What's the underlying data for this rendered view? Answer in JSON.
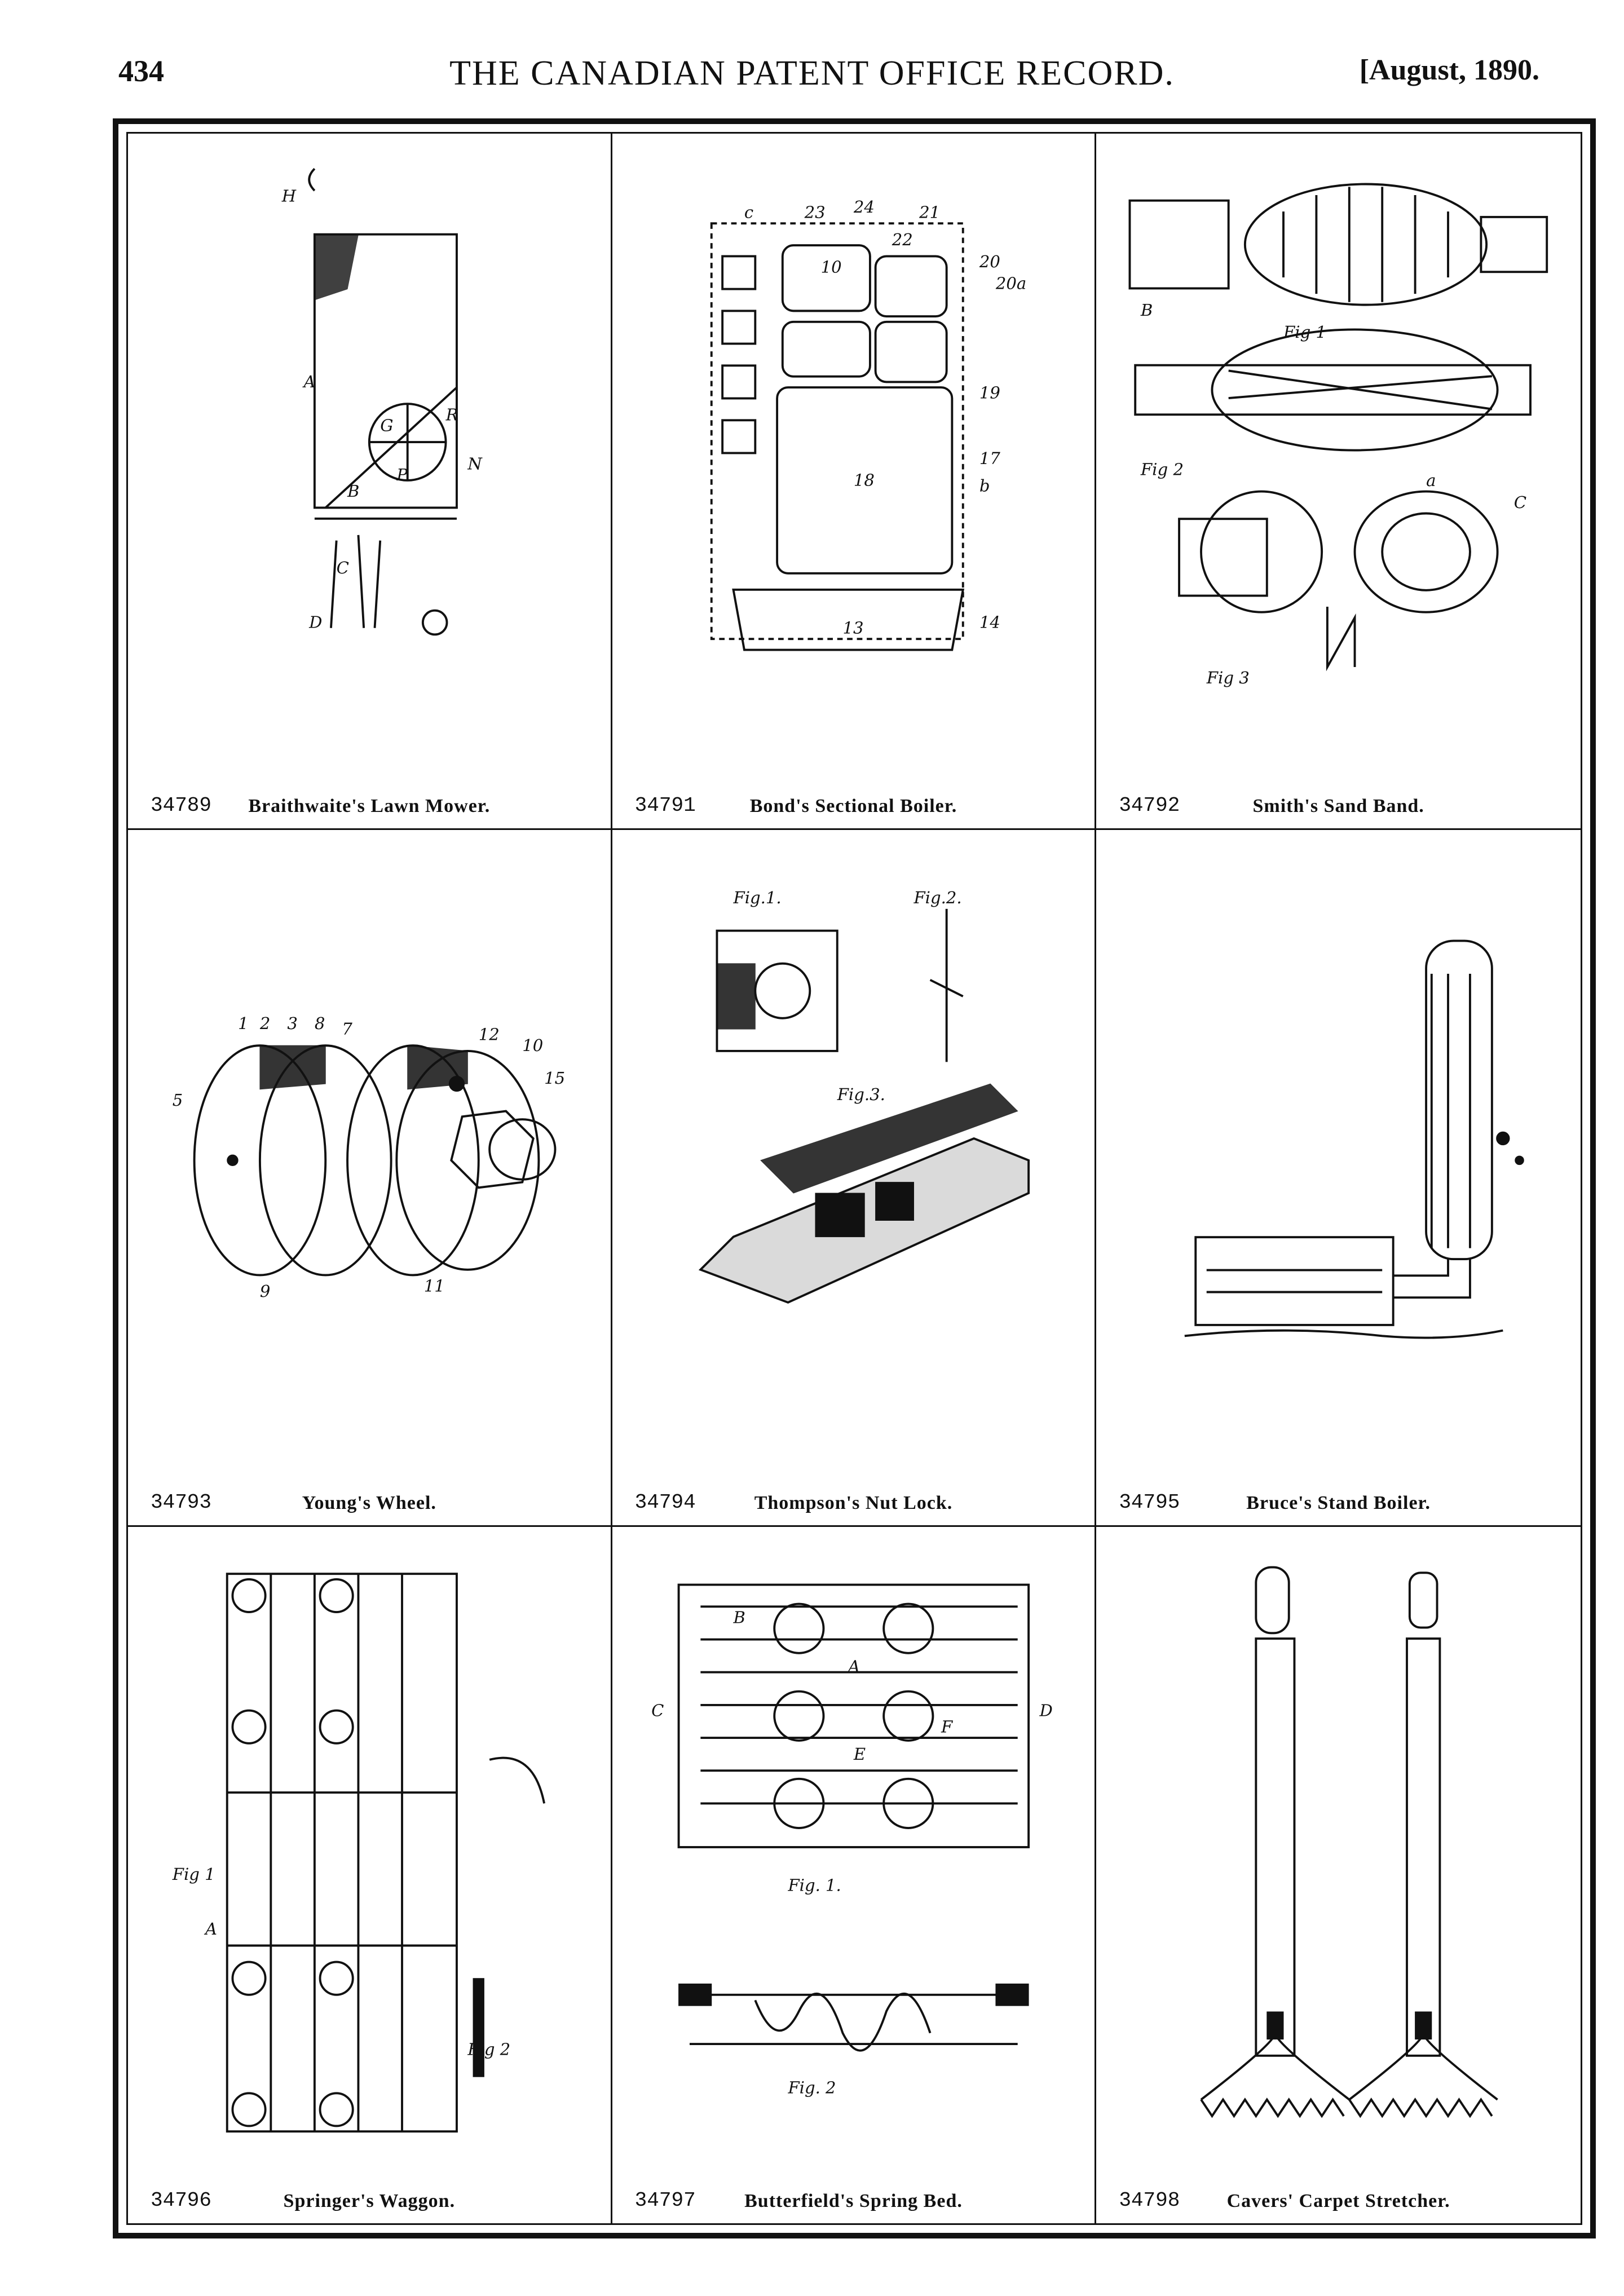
{
  "header": {
    "page_number": "434",
    "title": "THE CANADIAN PATENT OFFICE RECORD.",
    "date": "[August, 1890."
  },
  "figures": [
    {
      "number": "34789",
      "name": "Braithwaite's Lawn Mower.",
      "labels": [
        "A",
        "B",
        "C",
        "D",
        "G",
        "H",
        "N",
        "P",
        "R"
      ]
    },
    {
      "number": "34791",
      "name": "Bond's Sectional Boiler.",
      "labels": [
        "c",
        "10",
        "13",
        "14",
        "17",
        "18",
        "19",
        "20",
        "20a",
        "21",
        "22",
        "23",
        "24",
        "b"
      ]
    },
    {
      "number": "34792",
      "name": "Smith's Sand Band.",
      "labels": [
        "Fig 1",
        "Fig 2",
        "Fig 3",
        "B",
        "C",
        "a"
      ]
    },
    {
      "number": "34793",
      "name": "Young's Wheel.",
      "labels": [
        "1",
        "2",
        "3",
        "5",
        "7",
        "8",
        "9",
        "10",
        "11",
        "12",
        "15"
      ]
    },
    {
      "number": "34794",
      "name": "Thompson's Nut Lock.",
      "labels": [
        "Fig.1.",
        "Fig.2.",
        "Fig.3."
      ]
    },
    {
      "number": "34795",
      "name": "Bruce's Stand Boiler.",
      "labels": []
    },
    {
      "number": "34796",
      "name": "Springer's Waggon.",
      "labels": [
        "Fig 1",
        "Fig 2",
        "A"
      ]
    },
    {
      "number": "34797",
      "name": "Butterfield's Spring Bed.",
      "labels": [
        "Fig. 1.",
        "Fig. 2",
        "A",
        "B",
        "C",
        "D",
        "E",
        "F"
      ]
    },
    {
      "number": "34798",
      "name": "Cavers' Carpet Stretcher.",
      "labels": []
    }
  ]
}
